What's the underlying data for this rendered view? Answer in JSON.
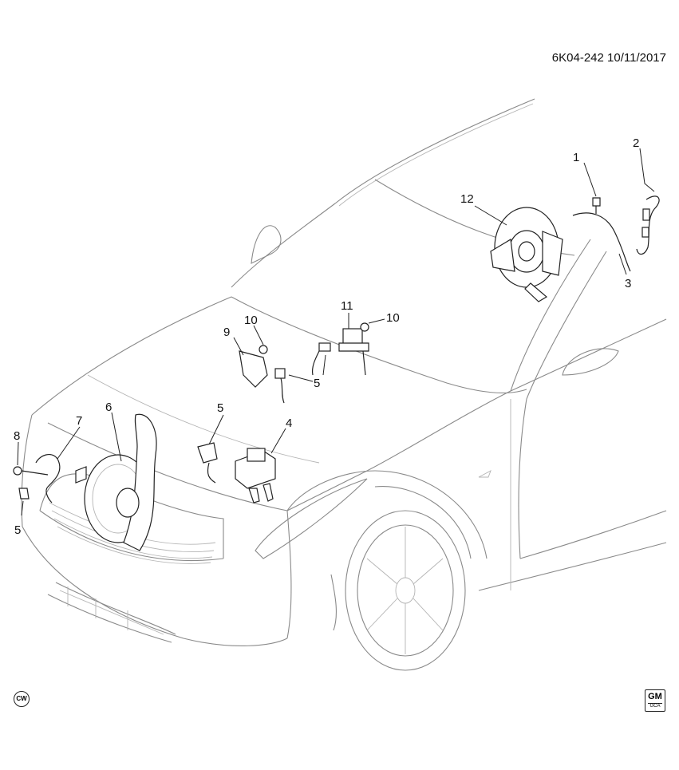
{
  "document": {
    "id": "6K04-242",
    "date": "10/11/2017"
  },
  "callouts": [
    {
      "key": "c1",
      "label": "1"
    },
    {
      "key": "c2",
      "label": "2"
    },
    {
      "key": "c3",
      "label": "3"
    },
    {
      "key": "c4",
      "label": "4"
    },
    {
      "key": "c5a",
      "label": "5"
    },
    {
      "key": "c5b",
      "label": "5"
    },
    {
      "key": "c5c",
      "label": "5"
    },
    {
      "key": "c6",
      "label": "6"
    },
    {
      "key": "c7",
      "label": "7"
    },
    {
      "key": "c8",
      "label": "8"
    },
    {
      "key": "c9",
      "label": "9"
    },
    {
      "key": "c10a",
      "label": "10"
    },
    {
      "key": "c10b",
      "label": "10"
    },
    {
      "key": "c11",
      "label": "11"
    },
    {
      "key": "c12",
      "label": "12"
    }
  ],
  "marks": {
    "cw": "CW",
    "gm": "GM",
    "gm_sub": "GCA"
  },
  "icons": {
    "cw": "cw-circle-icon",
    "gm": "gm-logo-icon"
  }
}
